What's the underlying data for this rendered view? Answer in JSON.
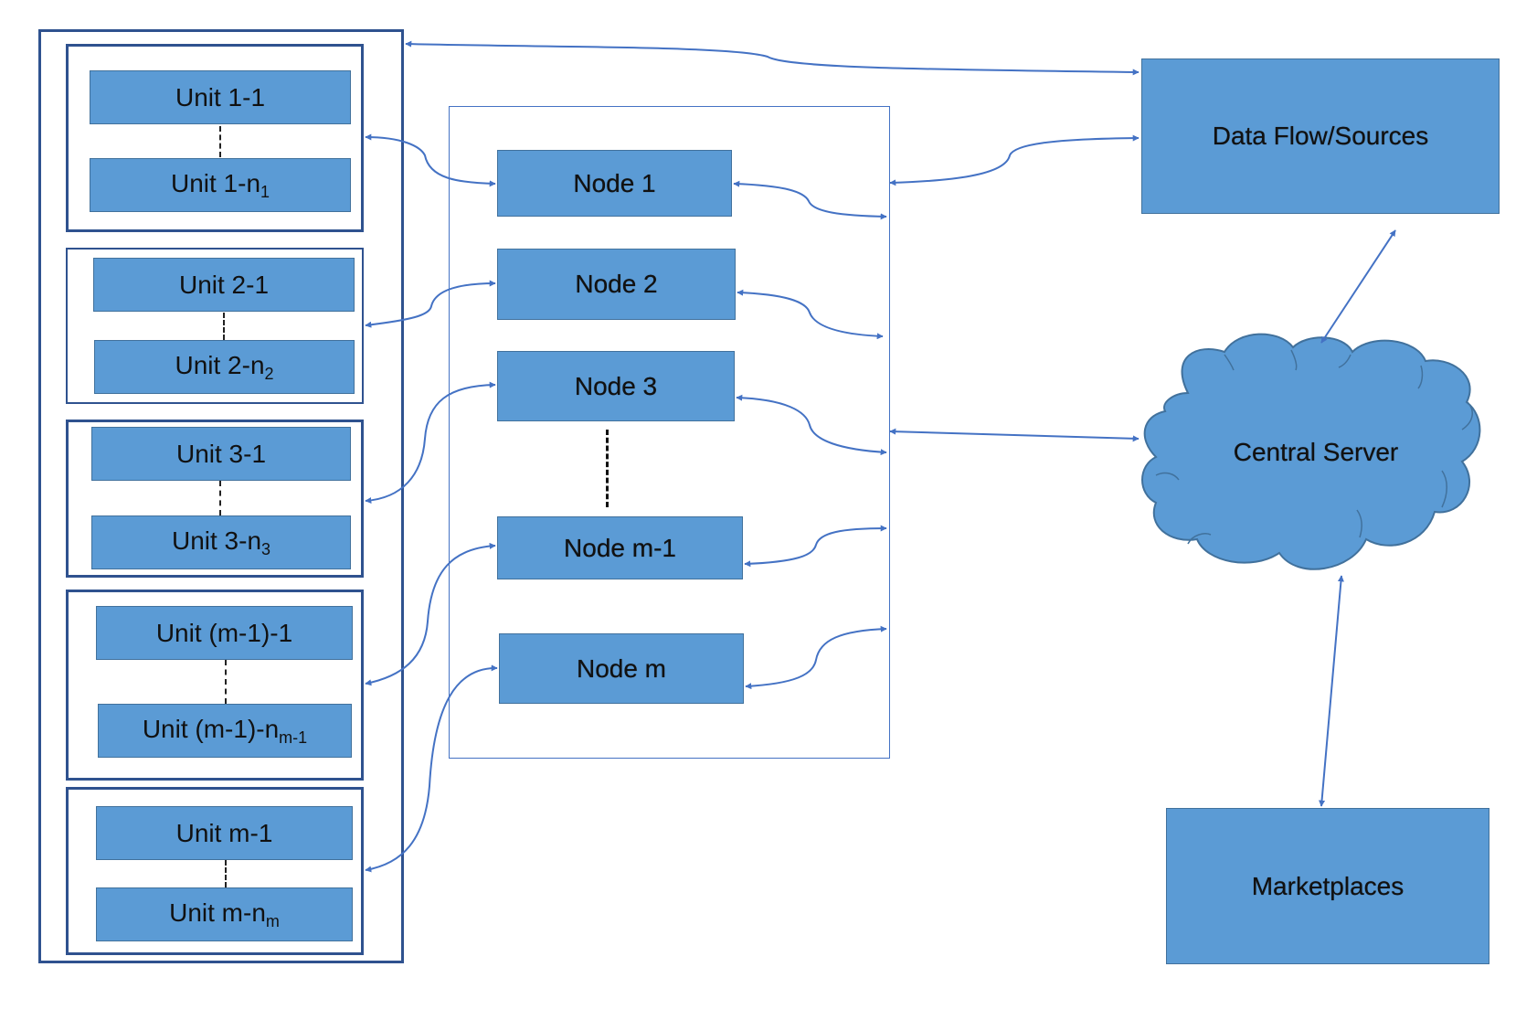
{
  "units": [
    {
      "first": "Unit 1-1",
      "last_base": "Unit 1-n",
      "last_sub": "1"
    },
    {
      "first": "Unit 2-1",
      "last_base": "Unit 2-n",
      "last_sub": "2"
    },
    {
      "first": "Unit 3-1",
      "last_base": "Unit 3-n",
      "last_sub": "3"
    },
    {
      "first": "Unit (m-1)-1",
      "last_base": "Unit (m-1)-n",
      "last_sub": "m-1"
    },
    {
      "first": "Unit m-1",
      "last_base": "Unit m-n",
      "last_sub": "m"
    }
  ],
  "nodes": [
    "Node 1",
    "Node 2",
    "Node 3",
    "Node m-1",
    "Node m"
  ],
  "data_flow": "Data Flow/Sources",
  "central_server": "Central Server",
  "marketplaces": "Marketplaces",
  "colors": {
    "box_fill": "#5b9bd5",
    "box_border": "#41719c",
    "frame_border": "#2f528f",
    "arrow": "#4472c4"
  }
}
